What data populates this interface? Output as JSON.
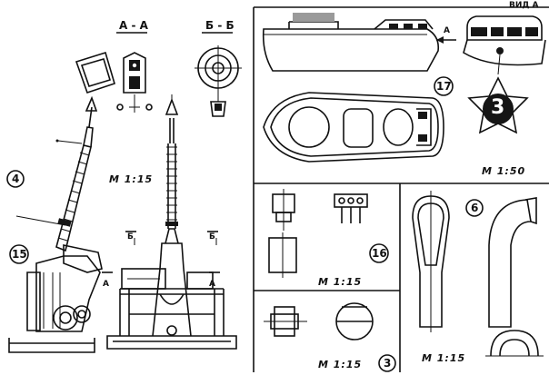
{
  "section_labels": {
    "aa": "А - А",
    "bb": "Б - Б",
    "view_a": "ВИД А",
    "arrow_a": "А",
    "cut_b_left": "Б",
    "cut_b_right": "Б",
    "cut_a_left": "А",
    "cut_a_right": "А"
  },
  "part_numbers": {
    "p4": "4",
    "p15": "15",
    "p17": "17",
    "p16": "16",
    "p6": "6",
    "p3": "3",
    "star3": "3"
  },
  "scales": {
    "left": "М 1:15",
    "boat": "М 1:50",
    "p16": "М 1:15",
    "p3": "М 1:15",
    "p6": "М 1:15"
  }
}
